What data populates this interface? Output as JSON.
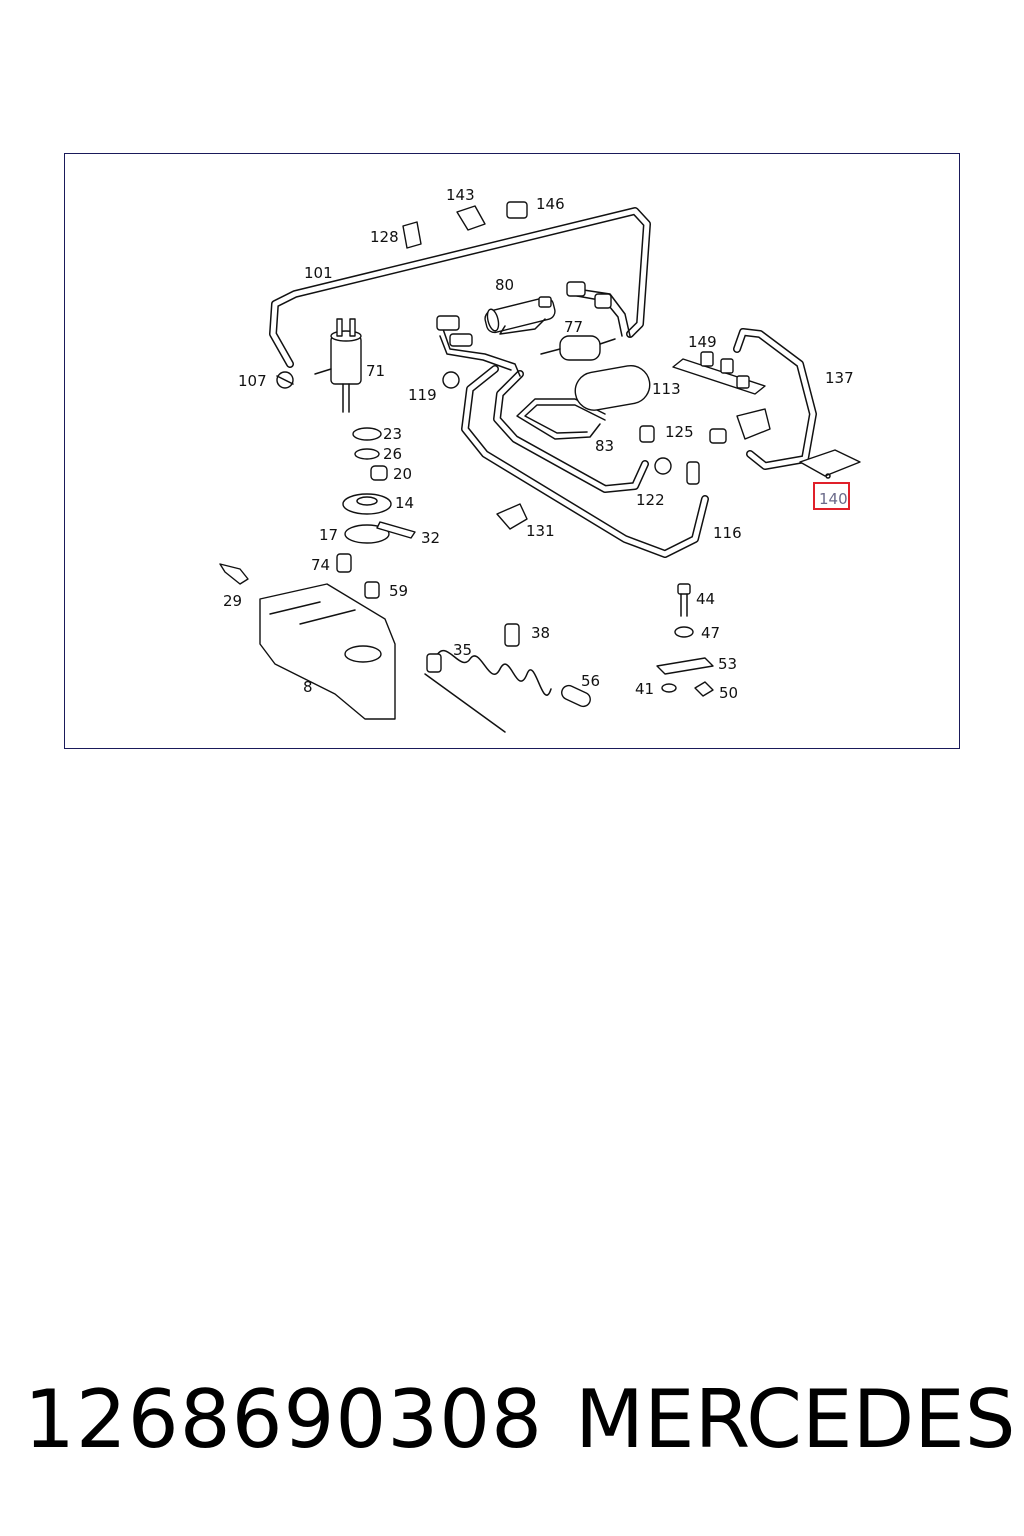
{
  "diagram": {
    "labels": [
      "143",
      "146",
      "128",
      "101",
      "80",
      "77",
      "149",
      "137",
      "107",
      "71",
      "119",
      "113",
      "23",
      "26",
      "20",
      "125",
      "14",
      "83",
      "122",
      "140",
      "17",
      "32",
      "131",
      "116",
      "74",
      "29",
      "59",
      "44",
      "38",
      "47",
      "35",
      "53",
      "8",
      "56",
      "41",
      "50"
    ],
    "highlight": {
      "label": "140",
      "color": "#e0202a"
    },
    "line_color": "#111111"
  },
  "caption": {
    "part_number": "1268690308",
    "brand": "MERCEDES"
  }
}
